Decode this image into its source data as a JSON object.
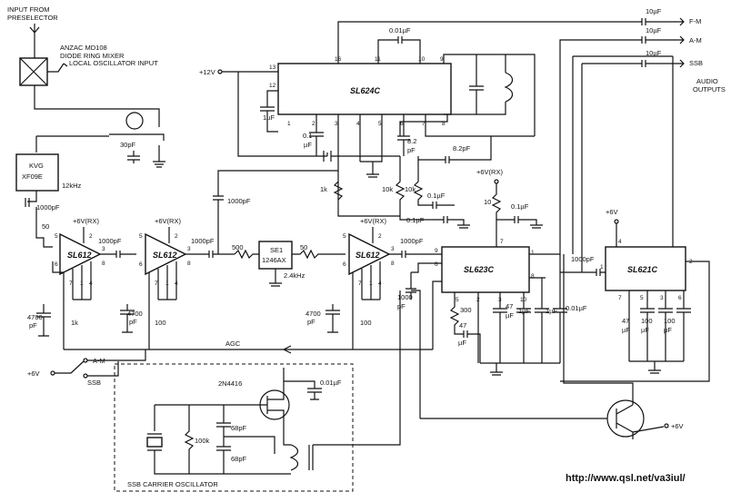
{
  "notes": {
    "input_l1": "INPUT FROM",
    "input_l2": "PRESELECTOR",
    "mixer_l1": "ANZAC MD108",
    "mixer_l2": "DIODE RING MIXER",
    "lo_input": "LOCAL OSCILLATOR INPUT",
    "audio_l1": "AUDIO",
    "audio_l2": "OUTPUTS",
    "agc": "AGC",
    "osc_title": "SSB CARRIER OSCILLATOR",
    "url": "http://www.qsl.net/va3iul/"
  },
  "outputs": [
    "F-M",
    "A-M",
    "SSB"
  ],
  "switch": {
    "supply": "+6V",
    "am": "A-M",
    "ssb": "SSB"
  },
  "supplies": {
    "v12": "+12V",
    "v6rx": "+6V(RX)",
    "v6": "+6V"
  },
  "ics": {
    "sl624c": "SL624C",
    "sl623c": "SL623C",
    "sl621c": "SL621C",
    "sl612": "SL612",
    "kvg_l1": "KVG",
    "kvg_l2": "XF09E",
    "se1_l1": "SE1",
    "se1_l2": "1246AX",
    "jfet": "2N4416"
  },
  "freqs": {
    "f12": "12kHz",
    "f24": "2.4kHz"
  },
  "components": {
    "c001": "0.01µF",
    "c10": "10µF",
    "c1": "1µF",
    "c01": "0.1",
    "uf": "µF",
    "c82": "8.2",
    "pf": "pF",
    "c82pf": "8.2pF",
    "c30pf": "30pF",
    "c1000pf": "1000pF",
    "c1000": "1000",
    "c01uf": "0.1µF",
    "c4700": "4700",
    "c47": "47",
    "c100": "100",
    "c68pf": "68pF",
    "r1k": "1k",
    "r10k": "10k",
    "r50": "50",
    "r500": "500",
    "r100": "100",
    "r100k": "100k",
    "r300": "300",
    "r10": "10"
  },
  "pins": {
    "p1": "1",
    "p2": "2",
    "p3": "3",
    "p4": "4",
    "p5": "5",
    "p6": "6",
    "p7": "7",
    "p8": "8",
    "p9": "9",
    "p10": "10",
    "p11": "11",
    "p12": "12",
    "p13": "13",
    "p16": "16"
  }
}
